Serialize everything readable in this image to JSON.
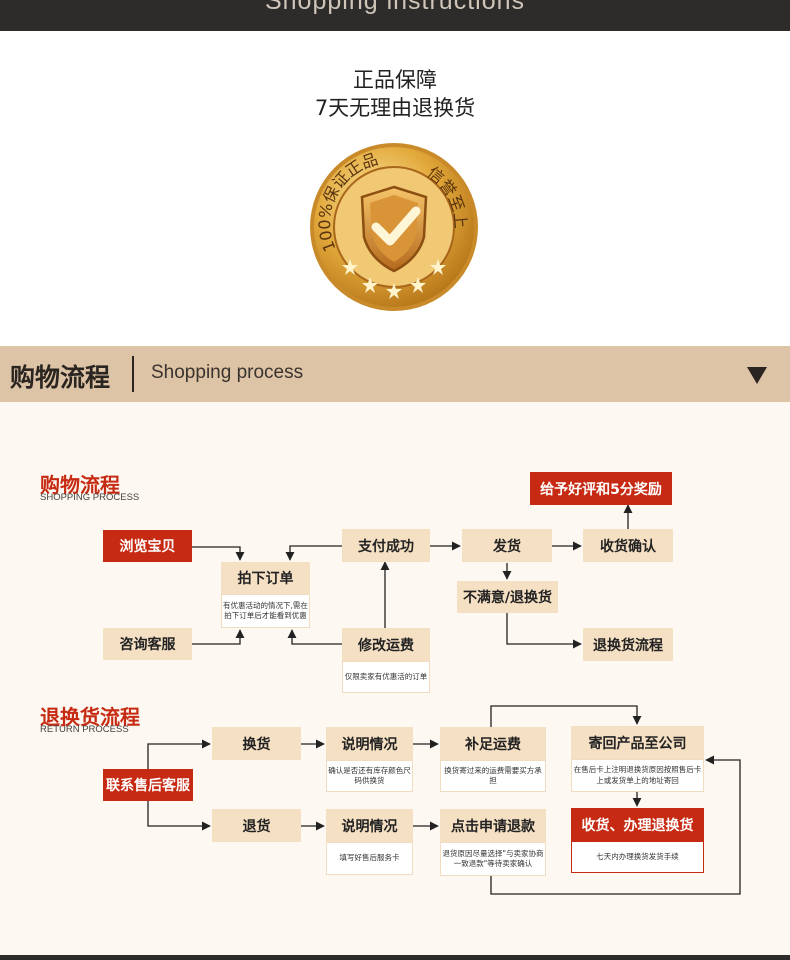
{
  "header": {
    "title": "Shopping instructions"
  },
  "guarantee": {
    "line1": "正品保障",
    "line2": "7天无理由退换货",
    "badge_left": "100%保证正品",
    "badge_right": "信誉至上"
  },
  "band": {
    "title_cn": "购物流程",
    "title_en": "Shopping process"
  },
  "shopping": {
    "title": "购物流程",
    "subtitle": "SHOPPING PROCESS",
    "browse": "浏览宝贝",
    "consult": "咨询客服",
    "order": "拍下订单",
    "order_note": "有优惠活动的情况下,需在拍下订单后才能看到优惠",
    "pay": "支付成功",
    "modify": "修改运费",
    "modify_note": "仅限卖家有优惠活的订单",
    "ship": "发货",
    "receive": "收货确认",
    "review": "给予好评和5分奖励",
    "unsatisfied": "不满意/退换货",
    "return_flow": "退换货流程"
  },
  "returns": {
    "title": "退换货流程",
    "subtitle": "RETURN PROCESS",
    "contact": "联系售后客服",
    "exchange": "换货",
    "refund": "退货",
    "explain1": "说明情况",
    "explain1_note": "确认是否还有库存颜色尺码供换货",
    "explain2": "说明情况",
    "explain2_note": "填写好售后服务卡",
    "topup": "补足运费",
    "topup_note": "换货寄过来的运费需要买方承担",
    "apply": "点击申请退款",
    "apply_note": "退货原因尽量选择\"与卖家协商一致退款\"等待卖家确认",
    "sendback": "寄回产品至公司",
    "sendback_note": "在售后卡上注明退换货原因按照售后卡上或发货单上的地址寄回",
    "finish": "收货、办理退换货",
    "finish_note": "七天内办理换货发货手续"
  },
  "colors": {
    "accent": "#c72a12",
    "box": "#f5e0c4",
    "band": "#ddc4a6",
    "topbar": "#2e2c2b"
  },
  "icons": {
    "badge": "shield-check-icon",
    "band": "triangle-down-icon"
  }
}
